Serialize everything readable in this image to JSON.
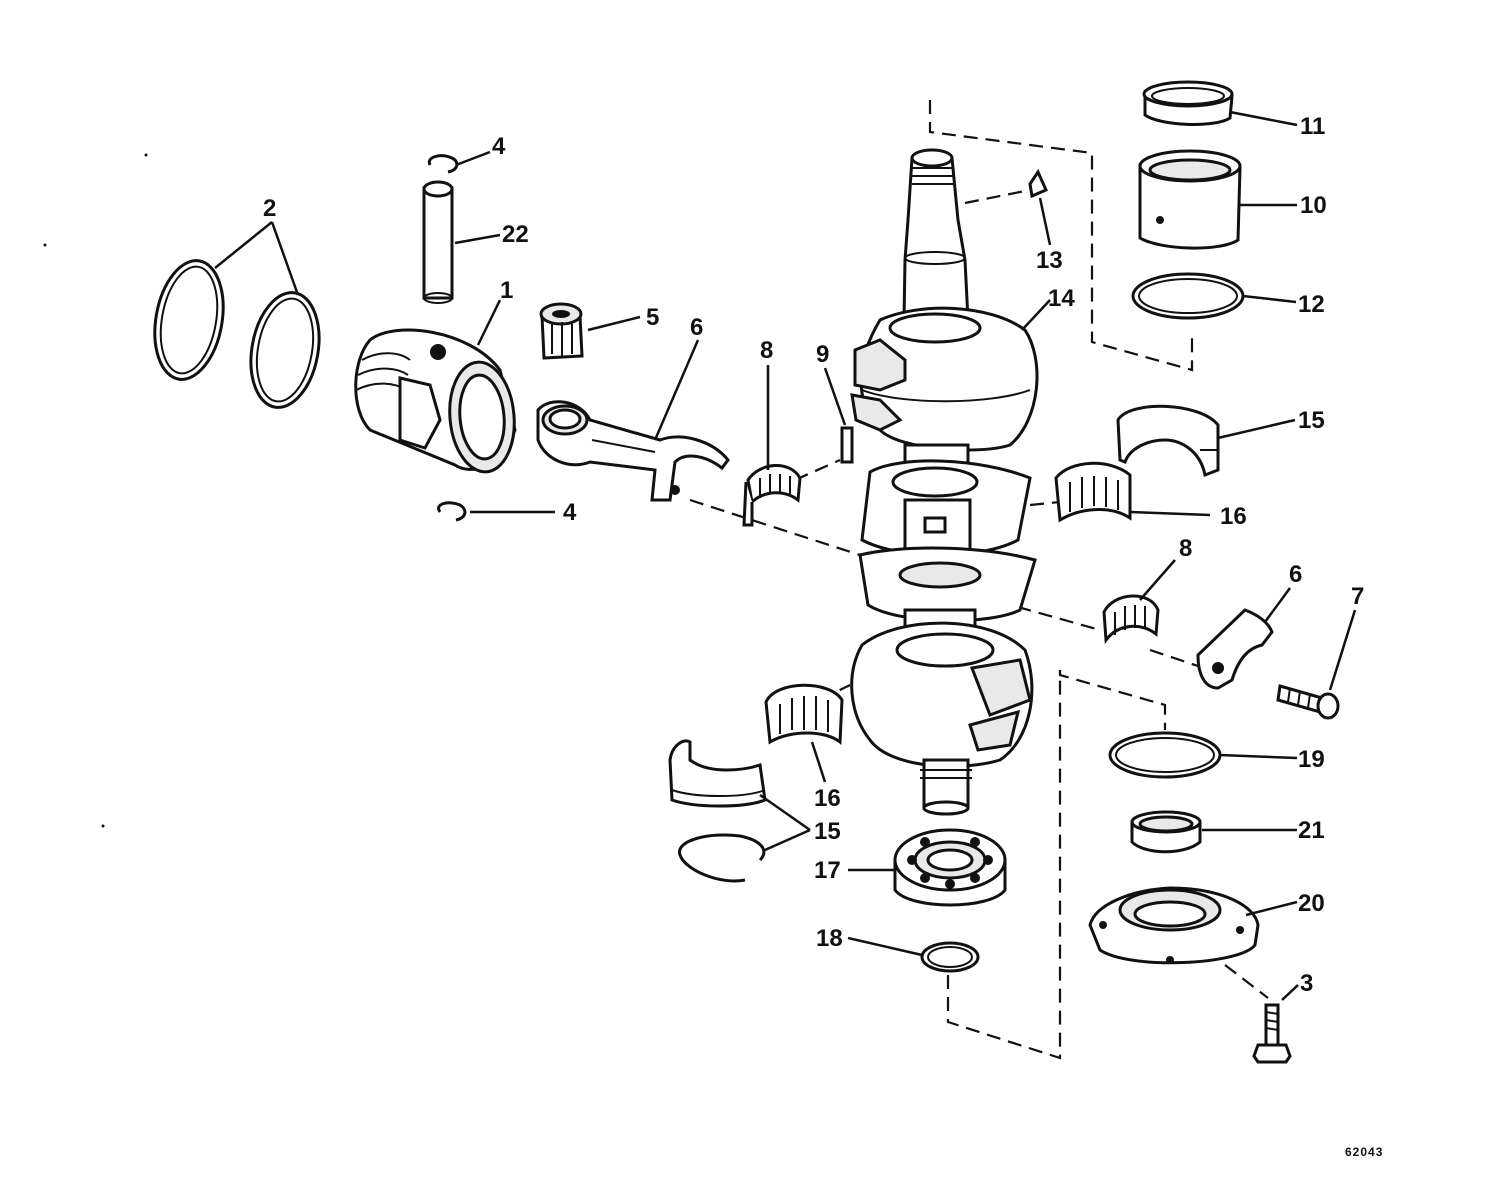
{
  "figure_number": "62043",
  "callouts": {
    "c1": "1",
    "c2": "2",
    "c3": "3",
    "c4a": "4",
    "c4b": "4",
    "c5": "5",
    "c6a": "6",
    "c6b": "6",
    "c7": "7",
    "c8a": "8",
    "c8b": "8",
    "c9": "9",
    "c10": "10",
    "c11": "11",
    "c12": "12",
    "c13": "13",
    "c14": "14",
    "c15a": "15",
    "c15b": "15",
    "c16a": "16",
    "c16b": "16",
    "c17": "17",
    "c18": "18",
    "c19": "19",
    "c20": "20",
    "c21": "21",
    "c22": "22"
  }
}
